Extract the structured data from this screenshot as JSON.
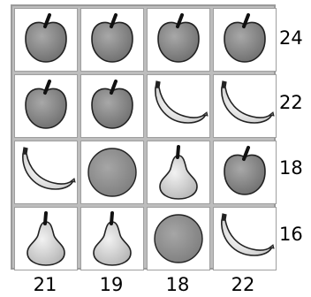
{
  "grid": [
    [
      {
        "item": "apple-icon"
      },
      {
        "item": "apple-icon"
      },
      {
        "item": "apple-icon"
      },
      {
        "item": "apple-icon"
      }
    ],
    [
      {
        "item": "apple-icon"
      },
      {
        "item": "apple-icon"
      },
      {
        "item": "banana-icon"
      },
      {
        "item": "banana-icon"
      }
    ],
    [
      {
        "item": "banana-icon"
      },
      {
        "item": "ball-icon"
      },
      {
        "item": "pear-icon"
      },
      {
        "item": "apple-icon"
      }
    ],
    [
      {
        "item": "pear-icon"
      },
      {
        "item": "pear-icon"
      },
      {
        "item": "ball-icon"
      },
      {
        "item": "banana-icon"
      }
    ]
  ],
  "row_sums": [
    "24",
    "22",
    "18",
    "16"
  ],
  "col_sums": [
    "21",
    "19",
    "18",
    "22"
  ],
  "colors": {
    "background": "#ffffff",
    "grid_border": "#9a9a9a",
    "apple_body": "#6e6e6e",
    "banana_body": "#eeeeee",
    "ball_body": "#8f8f8f",
    "pear_body": "#d5d5d5"
  }
}
